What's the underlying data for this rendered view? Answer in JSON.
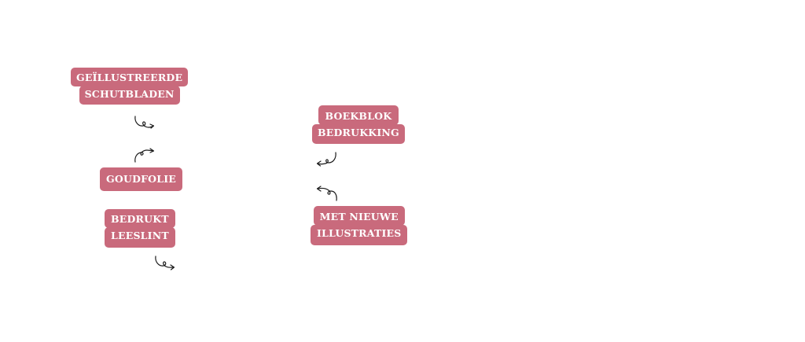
{
  "colors": {
    "accent": "#c96a7c",
    "text": "#ffffff",
    "arrow": "#1a1a1a"
  },
  "labels": {
    "endpapers": {
      "line1": "GEÏLLUSTREERDE",
      "line2": "SCHUTBLADEN"
    },
    "gold_foil": {
      "line1": "GOUDFOLIE"
    },
    "ribbon": {
      "line1": "BEDRUKT",
      "line2": "LEESLINT"
    },
    "edge_print": {
      "line1": "BOEKBLOK",
      "line2": "BEDRUKKING"
    },
    "illustrations": {
      "line1": "MET NIEUWE",
      "line2": "ILLUSTRATIES"
    }
  },
  "icons": [
    "curly-arrow-icon"
  ]
}
